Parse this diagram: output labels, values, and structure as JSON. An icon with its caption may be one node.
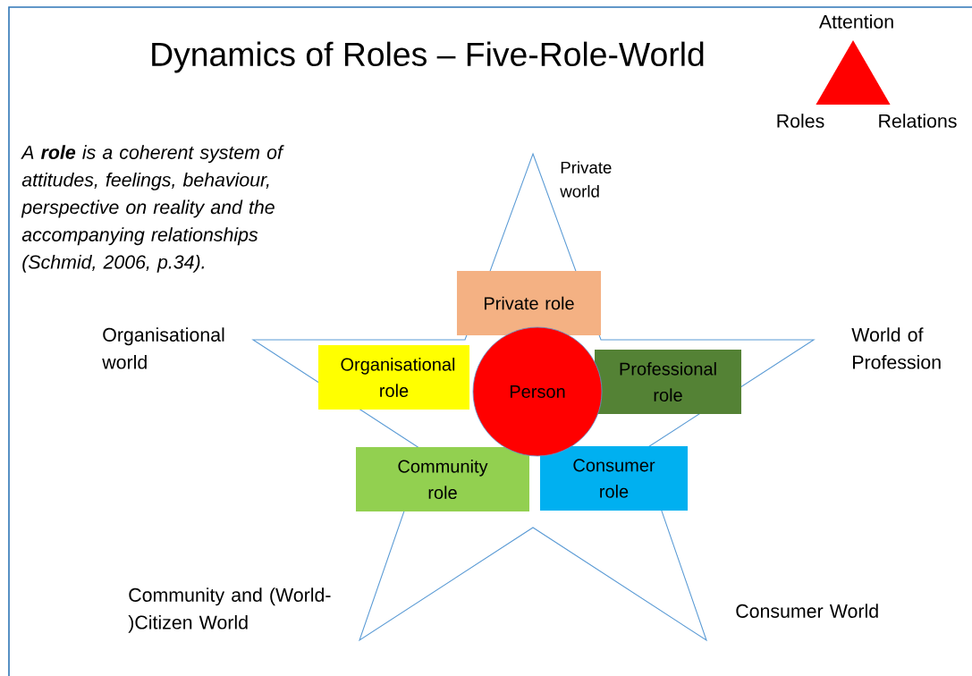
{
  "diagram": {
    "title": "Dynamics of Roles – Five-Role-World",
    "nodes": [
      {
        "text": [],
        "shape": "triangle",
        "beside": [
          "Attention",
          "Roles",
          "Relations"
        ]
      },
      {
        "text": [
          "Private role"
        ]
      },
      {
        "text": [
          "Organisational role"
        ]
      },
      {
        "text": [
          "Person"
        ]
      },
      {
        "text": [
          "Professional role"
        ]
      },
      {
        "text": [
          "Community role"
        ]
      },
      {
        "text": [
          "Consumer role"
        ]
      }
    ],
    "labels": [
      "A **role** is a coherent system of attitudes, feelings, behaviour, perspective on reality and the accompanying relationships (Schmid, 2006,  p.34).",
      "Private world",
      "Organisational world",
      "World of Profession",
      "Community and (World-)Citizen World",
      "Consumer World"
    ]
  }
}
